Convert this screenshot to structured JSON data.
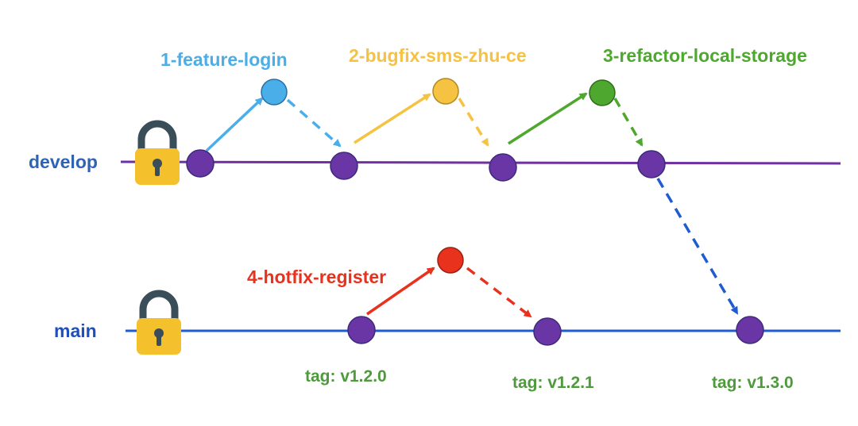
{
  "branches": {
    "develop": {
      "label": "develop",
      "color": "#7030a0",
      "label_color": "#2e64b5",
      "locked": true
    },
    "main": {
      "label": "main",
      "color": "#1f5bd1",
      "label_color": "#1f4fbf",
      "locked": true
    }
  },
  "feature_branches": [
    {
      "label": "1-feature-login",
      "color": "#4aaee8"
    },
    {
      "label": "2-bugfix-sms-zhu-ce",
      "color": "#f5c242"
    },
    {
      "label": "3-refactor-local-storage",
      "color": "#4ea72e"
    },
    {
      "label": "4-hotfix-register",
      "color": "#e8321e"
    }
  ],
  "tags": [
    {
      "label": "tag: v1.2.0"
    },
    {
      "label": "tag: v1.2.1"
    },
    {
      "label": "tag: v1.3.0"
    }
  ],
  "colors": {
    "commit": "#6a36a6",
    "commit_stroke": "#3d2a7a",
    "tag_text": "#4e9a3c",
    "lock_body": "#f4c02c",
    "lock_shackle": "#3a4e5a"
  }
}
